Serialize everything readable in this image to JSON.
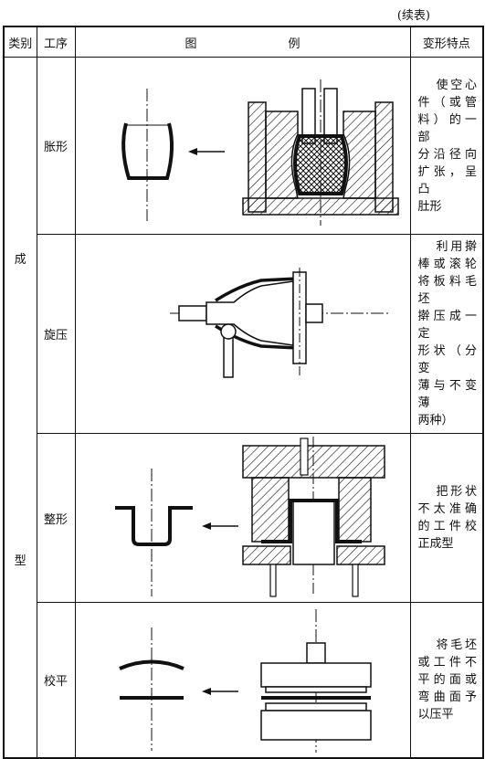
{
  "continued": "(续表)",
  "headers": {
    "category": "类别",
    "process": "工序",
    "figure_left": "图",
    "figure_right": "例",
    "features": "变形特点"
  },
  "category": {
    "char1": "成",
    "char2": "型"
  },
  "rows": [
    {
      "process": "胀形",
      "features": [
        "使空心",
        "件（或管",
        "料）的一部",
        "分沿径向",
        "扩张，呈凸",
        "肚形"
      ]
    },
    {
      "process": "旋压",
      "features": [
        "利用擀",
        "棒或滚轮",
        "将板料毛坯",
        "擀压成一定",
        "形状（分变",
        "薄与不变薄",
        "两种）"
      ]
    },
    {
      "process": "整形",
      "features": [
        "把形状",
        "不太准确",
        "的工件校",
        "正成型"
      ]
    },
    {
      "process": "校平",
      "features": [
        "将毛坯",
        "或工件不",
        "平的面或",
        "弯曲面予",
        "以压平"
      ]
    }
  ]
}
